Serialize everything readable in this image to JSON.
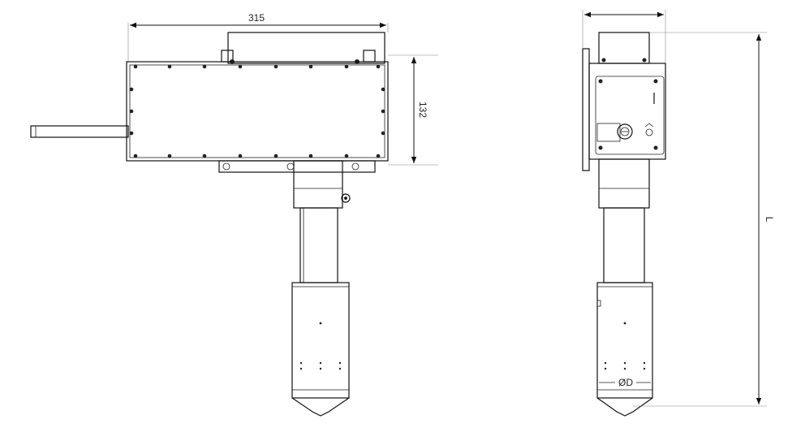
{
  "dimensions": {
    "width_label": "315",
    "height_label": "132",
    "length_label": "L",
    "diameter_label": "ØD"
  },
  "icons": {
    "knob": "knob-icon",
    "arrow_mark": "arrow-mark-icon"
  }
}
